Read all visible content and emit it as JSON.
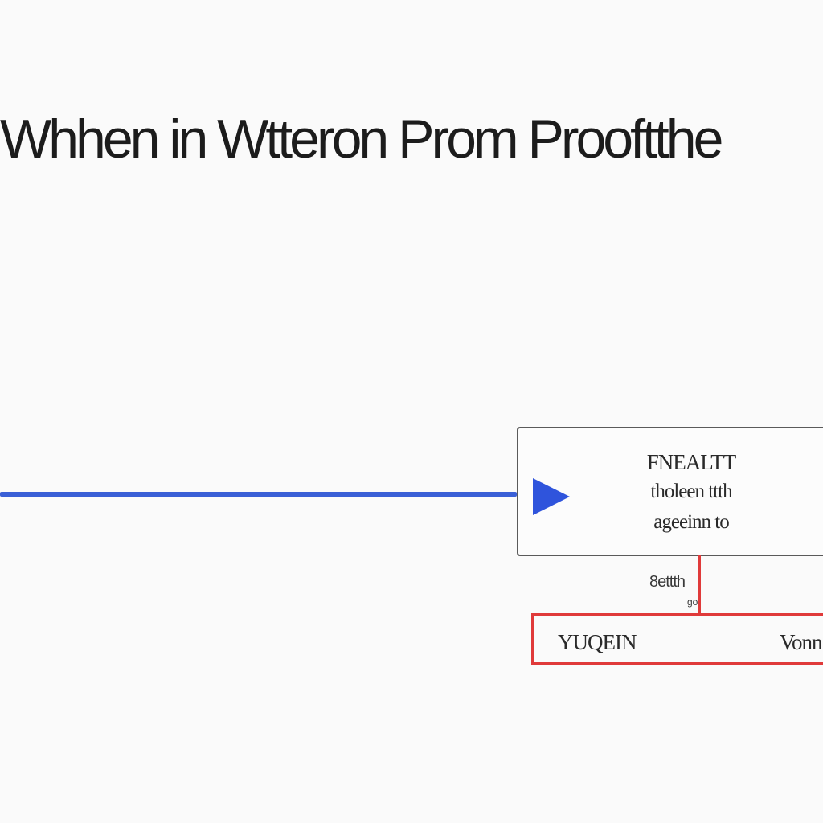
{
  "title": "Whhen in Wtteron Prom Prooftthe",
  "process_box": {
    "line1": "FNEALTT",
    "line2": "tholeen ttth",
    "line3": "ageeinn to"
  },
  "connector_label": {
    "main": "8ettth",
    "sub": "go"
  },
  "output_bar": {
    "left_label": "YUQEIN",
    "right_label": "Vonn"
  },
  "colors": {
    "input_line": "#3a5fd6",
    "play_icon": "#2f54dc",
    "output": "#e03a3a",
    "box_border": "#5a5a5a"
  },
  "icons": [
    "play-arrow-icon"
  ]
}
